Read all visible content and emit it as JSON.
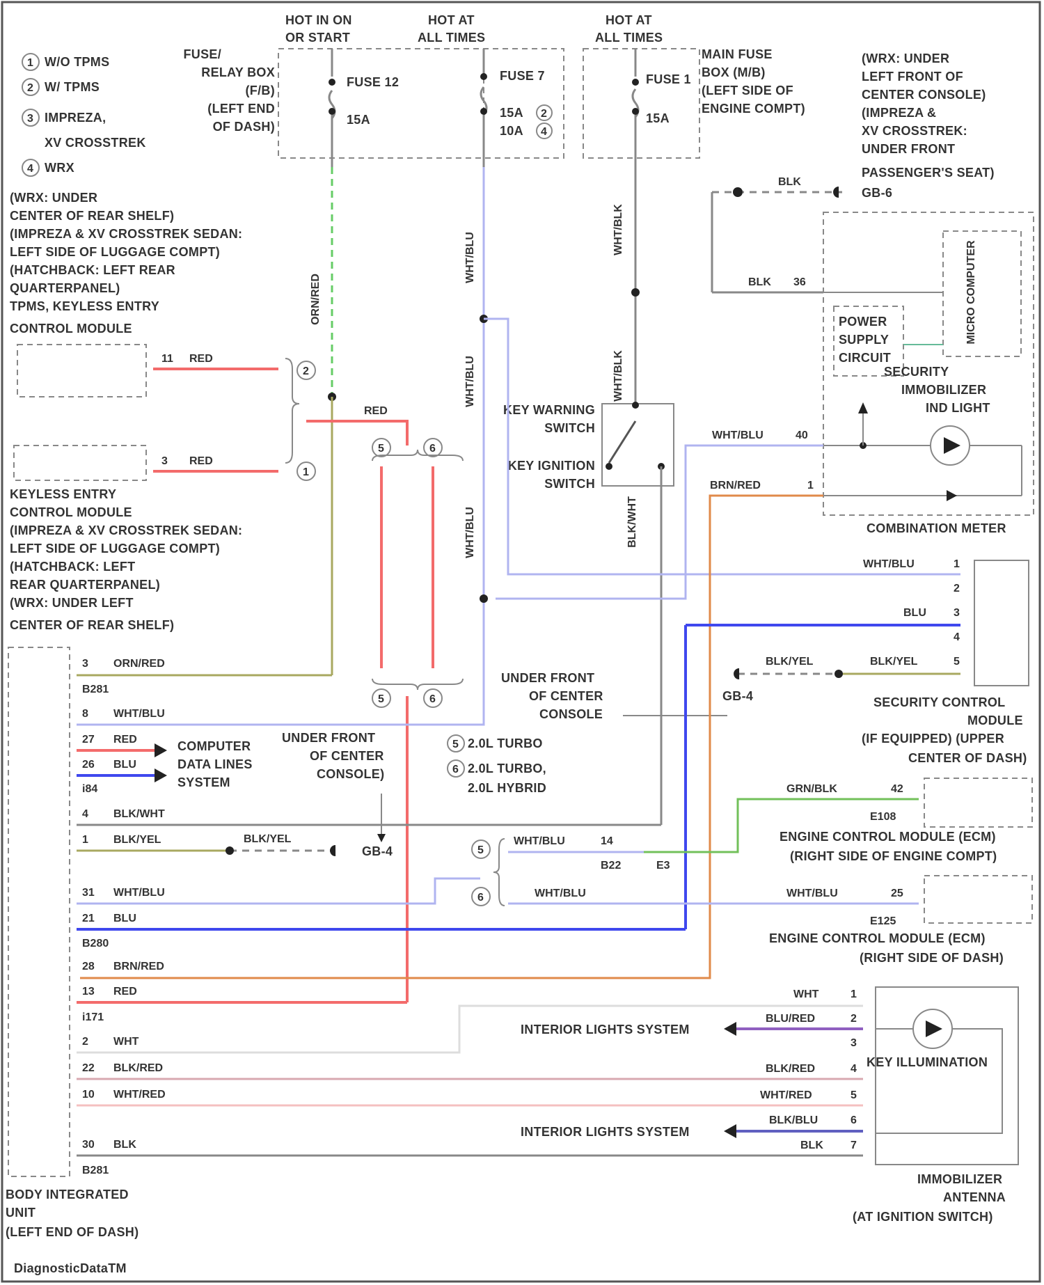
{
  "legend": {
    "items": [
      {
        "num": "1",
        "text": "W/O TPMS"
      },
      {
        "num": "2",
        "text": "W/ TPMS"
      },
      {
        "num": "3",
        "text": "IMPREZA,"
      },
      {
        "num": "",
        "text": "XV CROSSTREK"
      },
      {
        "num": "4",
        "text": "WRX"
      }
    ]
  },
  "power": {
    "hot_run_start": [
      "HOT IN ON",
      "OR START"
    ],
    "hot_all_times_1": [
      "HOT AT",
      "ALL TIMES"
    ],
    "hot_all_times_2": [
      "HOT AT",
      "ALL TIMES"
    ],
    "fuse_relay_box": [
      "FUSE/",
      "RELAY BOX",
      "(F/B)",
      "(LEFT END",
      "OF DASH)"
    ],
    "main_fuse_box": [
      "MAIN FUSE",
      "BOX (M/B)",
      "(LEFT SIDE OF",
      "ENGINE COMPT)"
    ],
    "fuse12_name": "FUSE 12",
    "fuse12_amp": "15A",
    "fuse7_name": "FUSE 7",
    "fuse7_amp1": "15A",
    "fuse7_amp2": "10A",
    "fusemb_name": "FUSE 1",
    "fusemb_amp": "15A"
  },
  "ground_note": [
    "(WRX: UNDER",
    "LEFT FRONT OF",
    "CENTER CONSOLE)",
    "(IMPREZA &",
    "XV CROSSTREK:",
    "UNDER FRONT",
    "PASSENGER'S SEAT)"
  ],
  "tpms_note": [
    "(WRX: UNDER",
    "CENTER OF REAR SHELF)",
    "(IMPREZA & XV CROSSTREK SEDAN:",
    "LEFT SIDE OF LUGGAGE COMPT)",
    "(HATCHBACK: LEFT REAR",
    "QUARTERPANEL)",
    "TPMS, KEYLESS ENTRY",
    "CONTROL MODULE"
  ],
  "keyless_note": [
    "KEYLESS ENTRY",
    "CONTROL MODULE",
    "(IMPREZA & XV CROSSTREK SEDAN:",
    "LEFT SIDE OF LUGGAGE COMPT)",
    "(HATCHBACK: LEFT",
    "REAR QUARTERPANEL)",
    "(WRX: UNDER LEFT",
    "CENTER OF REAR SHELF)"
  ],
  "bcm": {
    "name": [
      "BODY INTEGRATED",
      "UNIT",
      "(LEFT END OF DASH)"
    ],
    "pins": [
      {
        "pin": "3",
        "color": "ORN/RED"
      },
      {
        "pin": "8",
        "color": "WHT/BLU"
      },
      {
        "pin": "27",
        "color": "RED"
      },
      {
        "pin": "26",
        "color": "BLU"
      },
      {
        "pin": "4",
        "color": "BLK/WHT"
      },
      {
        "pin": "1",
        "color": "BLK/YEL"
      },
      {
        "pin": "31",
        "color": "WHT/BLU"
      },
      {
        "pin": "21",
        "color": "BLU"
      },
      {
        "pin": "28",
        "color": "BRN/RED"
      },
      {
        "pin": "13",
        "color": "RED"
      },
      {
        "pin": "2",
        "color": "WHT"
      },
      {
        "pin": "22",
        "color": "BLK/RED"
      },
      {
        "pin": "10",
        "color": "WHT/RED"
      },
      {
        "pin": "30",
        "color": "BLK"
      }
    ],
    "conn_b281": "B281",
    "conn_i84": "i84",
    "conn_b280": "B280",
    "conn_i171": "i171",
    "conn_b281b": "B281"
  },
  "data_lines": [
    "COMPUTER",
    "DATA LINES",
    "SYSTEM"
  ],
  "center_console_note": [
    "UNDER FRONT",
    "OF CENTER",
    "CONSOLE)"
  ],
  "center_console_note2": [
    "UNDER FRONT",
    "OF CENTER",
    "CONSOLE"
  ],
  "turbo_legend": [
    {
      "num": "5",
      "text": "2.0L TURBO"
    },
    {
      "num": "6",
      "text": "2.0L TURBO,"
    },
    {
      "num": "",
      "text": "2.0L HYBRID"
    }
  ],
  "switch": {
    "key_warn": [
      "KEY WARNING",
      "SWITCH"
    ],
    "key_ign": [
      "KEY IGNITION",
      "SWITCH"
    ]
  },
  "meter": {
    "name": "COMBINATION METER",
    "micro": "MICRO COMPUTER",
    "power": [
      "POWER",
      "SUPPLY",
      "CIRCUIT"
    ],
    "immo_light": [
      "SECURITY",
      "IMMOBILIZER",
      "IND LIGHT"
    ],
    "pin_blk": "BLK",
    "pin_blk_num": "36",
    "pin_wb": "WHT/BLU",
    "pin_wb_num": "40",
    "pin_br": "BRN/RED",
    "pin_br_num": "1"
  },
  "security": {
    "name": [
      "SECURITY CONTROL",
      "MODULE",
      "(IF EQUIPPED) (UPPER",
      "CENTER OF DASH)"
    ],
    "rows": [
      {
        "color": "WHT/BLU",
        "pin": "1"
      },
      {
        "color": "",
        "pin": "2"
      },
      {
        "color": "BLU",
        "pin": "3"
      },
      {
        "color": "",
        "pin": "4"
      },
      {
        "color": "BLK/YEL",
        "pin": "5"
      }
    ]
  },
  "ecm1": {
    "name": [
      "ENGINE CONTROL MODULE (ECM)",
      "(RIGHT SIDE OF ENGINE COMPT)"
    ],
    "wire": "GRN/BLK",
    "pin": "42",
    "conn": "E108"
  },
  "ecm2": {
    "name": [
      "ENGINE CONTROL MODULE (ECM)",
      "(RIGHT SIDE OF DASH)"
    ],
    "wire": "WHT/BLU",
    "pin": "25",
    "conn": "E125"
  },
  "grounds": {
    "gb6": "GB-6",
    "gb4a": "GB-4",
    "gb4b": "GB-4",
    "blk": "BLK",
    "blkyel": "BLK/YEL"
  },
  "antenna": {
    "name": [
      "IMMOBILIZER",
      "ANTENNA",
      "(AT IGNITION SWITCH)"
    ],
    "illum": "KEY ILLUMINATION",
    "interior1": "INTERIOR LIGHTS SYSTEM",
    "interior2": "INTERIOR LIGHTS SYSTEM",
    "rows": [
      {
        "color": "WHT",
        "pin": "1"
      },
      {
        "color": "BLU/RED",
        "pin": "2"
      },
      {
        "color": "",
        "pin": "3"
      },
      {
        "color": "BLK/RED",
        "pin": "4"
      },
      {
        "color": "WHT/RED",
        "pin": "5"
      },
      {
        "color": "BLK/BLU",
        "pin": "6"
      },
      {
        "color": "BLK",
        "pin": "7"
      }
    ]
  },
  "misc": {
    "ornred": "ORN/RED",
    "red": "RED",
    "whtblu": "WHT/BLU",
    "whtblk": "WHT/BLK",
    "blkwht": "BLK/WHT",
    "pin11": "11",
    "pin3": "3",
    "b202": "B22",
    "e3": "E3",
    "pin14": "14"
  },
  "footer": "DiagnosticDataTM"
}
